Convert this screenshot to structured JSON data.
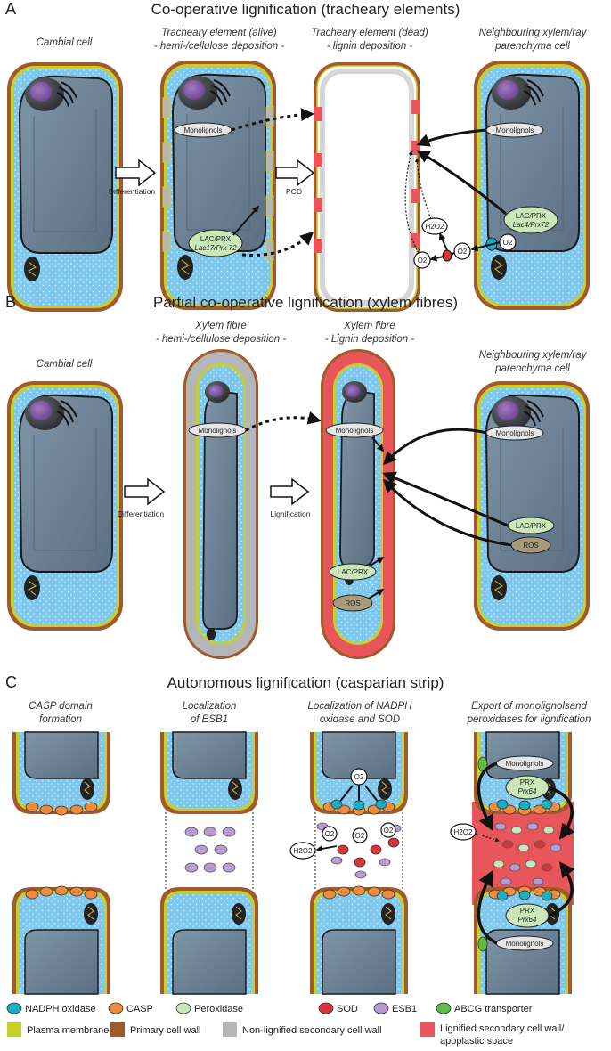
{
  "panels": [
    {
      "letter": "A",
      "title": "Co-operative lignification (tracheary elements)",
      "captions": [
        [
          "Cambial cell"
        ],
        [
          "Tracheary element (alive)",
          "- hemi-/cellulose deposition -"
        ],
        [
          "Tracheary element (dead)",
          "- lignin deposition -"
        ],
        [
          "Neighbouring xylem/ray",
          "parenchyma cell"
        ]
      ],
      "arrows": [
        "Differentiation",
        "PCD"
      ]
    },
    {
      "letter": "B",
      "title": "Partial co-operative lignification (xylem fibres)",
      "captions": [
        [
          "Cambial cell"
        ],
        [
          "Xylem fibre",
          "- hemi-/cellulose deposition -"
        ],
        [
          "Xylem fibre",
          "- Lignin deposition -"
        ],
        [
          "Neighbouring xylem/ray",
          "parenchyma cell"
        ]
      ],
      "arrows": [
        "Differentiation",
        "Lignification"
      ]
    },
    {
      "letter": "C",
      "title": "Autonomous lignification (casparian strip)",
      "captions": [
        [
          "CASP domain",
          "formation"
        ],
        [
          "Localization",
          "of ESB1"
        ],
        [
          "Localization of NADPH",
          "oxidase and SOD"
        ],
        [
          "Export of monolignolsand",
          "peroxidases for lignification"
        ]
      ]
    }
  ],
  "labels": {
    "monolignols": "Monolignols",
    "lac_prx": "LAC/PRX",
    "lac17": "Lac17/Prx 72",
    "lac4": "Lac4/Prx72",
    "ros": "ROS",
    "prx": "PRX",
    "prx64": "Prx64",
    "h2o2": "H2O2",
    "o2": "O2"
  },
  "legend": {
    "row1": [
      {
        "label": "NADPH oxidase",
        "color": "#19aec4"
      },
      {
        "label": "CASP",
        "color": "#f08a3c"
      },
      {
        "label": "Peroxidase",
        "color": "#c9e7b8"
      },
      {
        "label": "SOD",
        "color": "#d9343a"
      },
      {
        "label": "ESB1",
        "color": "#b59bd2"
      },
      {
        "label": "ABCG transporter",
        "color": "#5fba4a"
      }
    ],
    "row2": [
      {
        "label": "Plasma membrane",
        "color": "#c9cf2a"
      },
      {
        "label": "Primary cell wall",
        "color": "#a05a2c"
      },
      {
        "label": "Non-lignified secondary cell wall",
        "color": "#b4b6b8"
      },
      {
        "label": "Lignified secondary cell wall/",
        "label2": "apoplastic space",
        "color": "#e8555a"
      }
    ]
  }
}
